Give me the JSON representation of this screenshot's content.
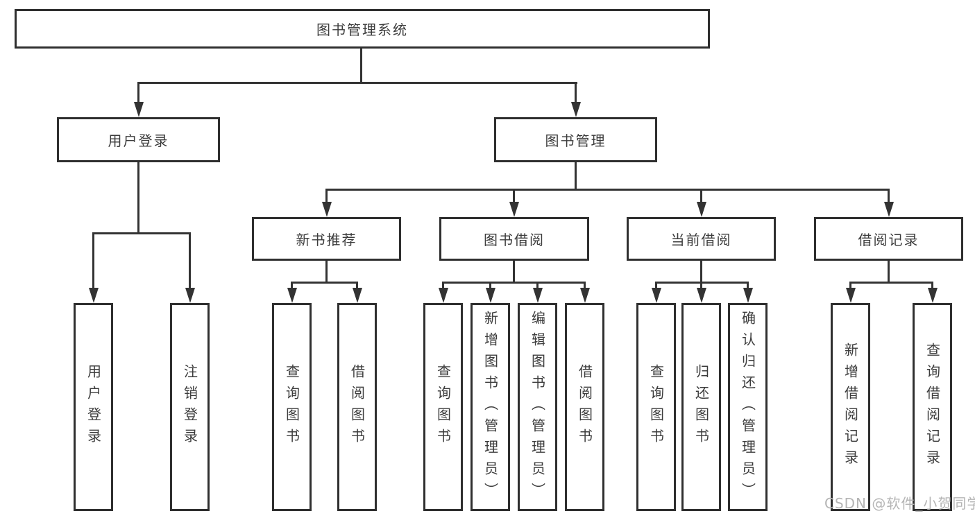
{
  "tree": {
    "label": "图书管理系统",
    "children": [
      {
        "label": "用户登录",
        "children": [
          {
            "label": "用户登录"
          },
          {
            "label": "注销登录"
          }
        ]
      },
      {
        "label": "图书管理",
        "children": [
          {
            "label": "新书推荐",
            "children": [
              {
                "label": "查询图书"
              },
              {
                "label": "借阅图书"
              }
            ]
          },
          {
            "label": "图书借阅",
            "children": [
              {
                "label": "查询图书"
              },
              {
                "label": "新增图书（管理员）"
              },
              {
                "label": "编辑图书（管理员）"
              },
              {
                "label": "借阅图书"
              }
            ]
          },
          {
            "label": "当前借阅",
            "children": [
              {
                "label": "查询图书"
              },
              {
                "label": "归还图书"
              },
              {
                "label": "确认归还（管理员）"
              }
            ]
          },
          {
            "label": "借阅记录",
            "children": [
              {
                "label": "新增借阅记录"
              },
              {
                "label": "查询借阅记录"
              }
            ]
          }
        ]
      }
    ]
  },
  "watermark": {
    "text": "CSDN @软件_小贺同学"
  },
  "colors": {
    "line": "#333333",
    "border": "#2f2f2f",
    "text": "#3c3c3c",
    "watermark": "#b5b5b5",
    "background": "#ffffff"
  }
}
